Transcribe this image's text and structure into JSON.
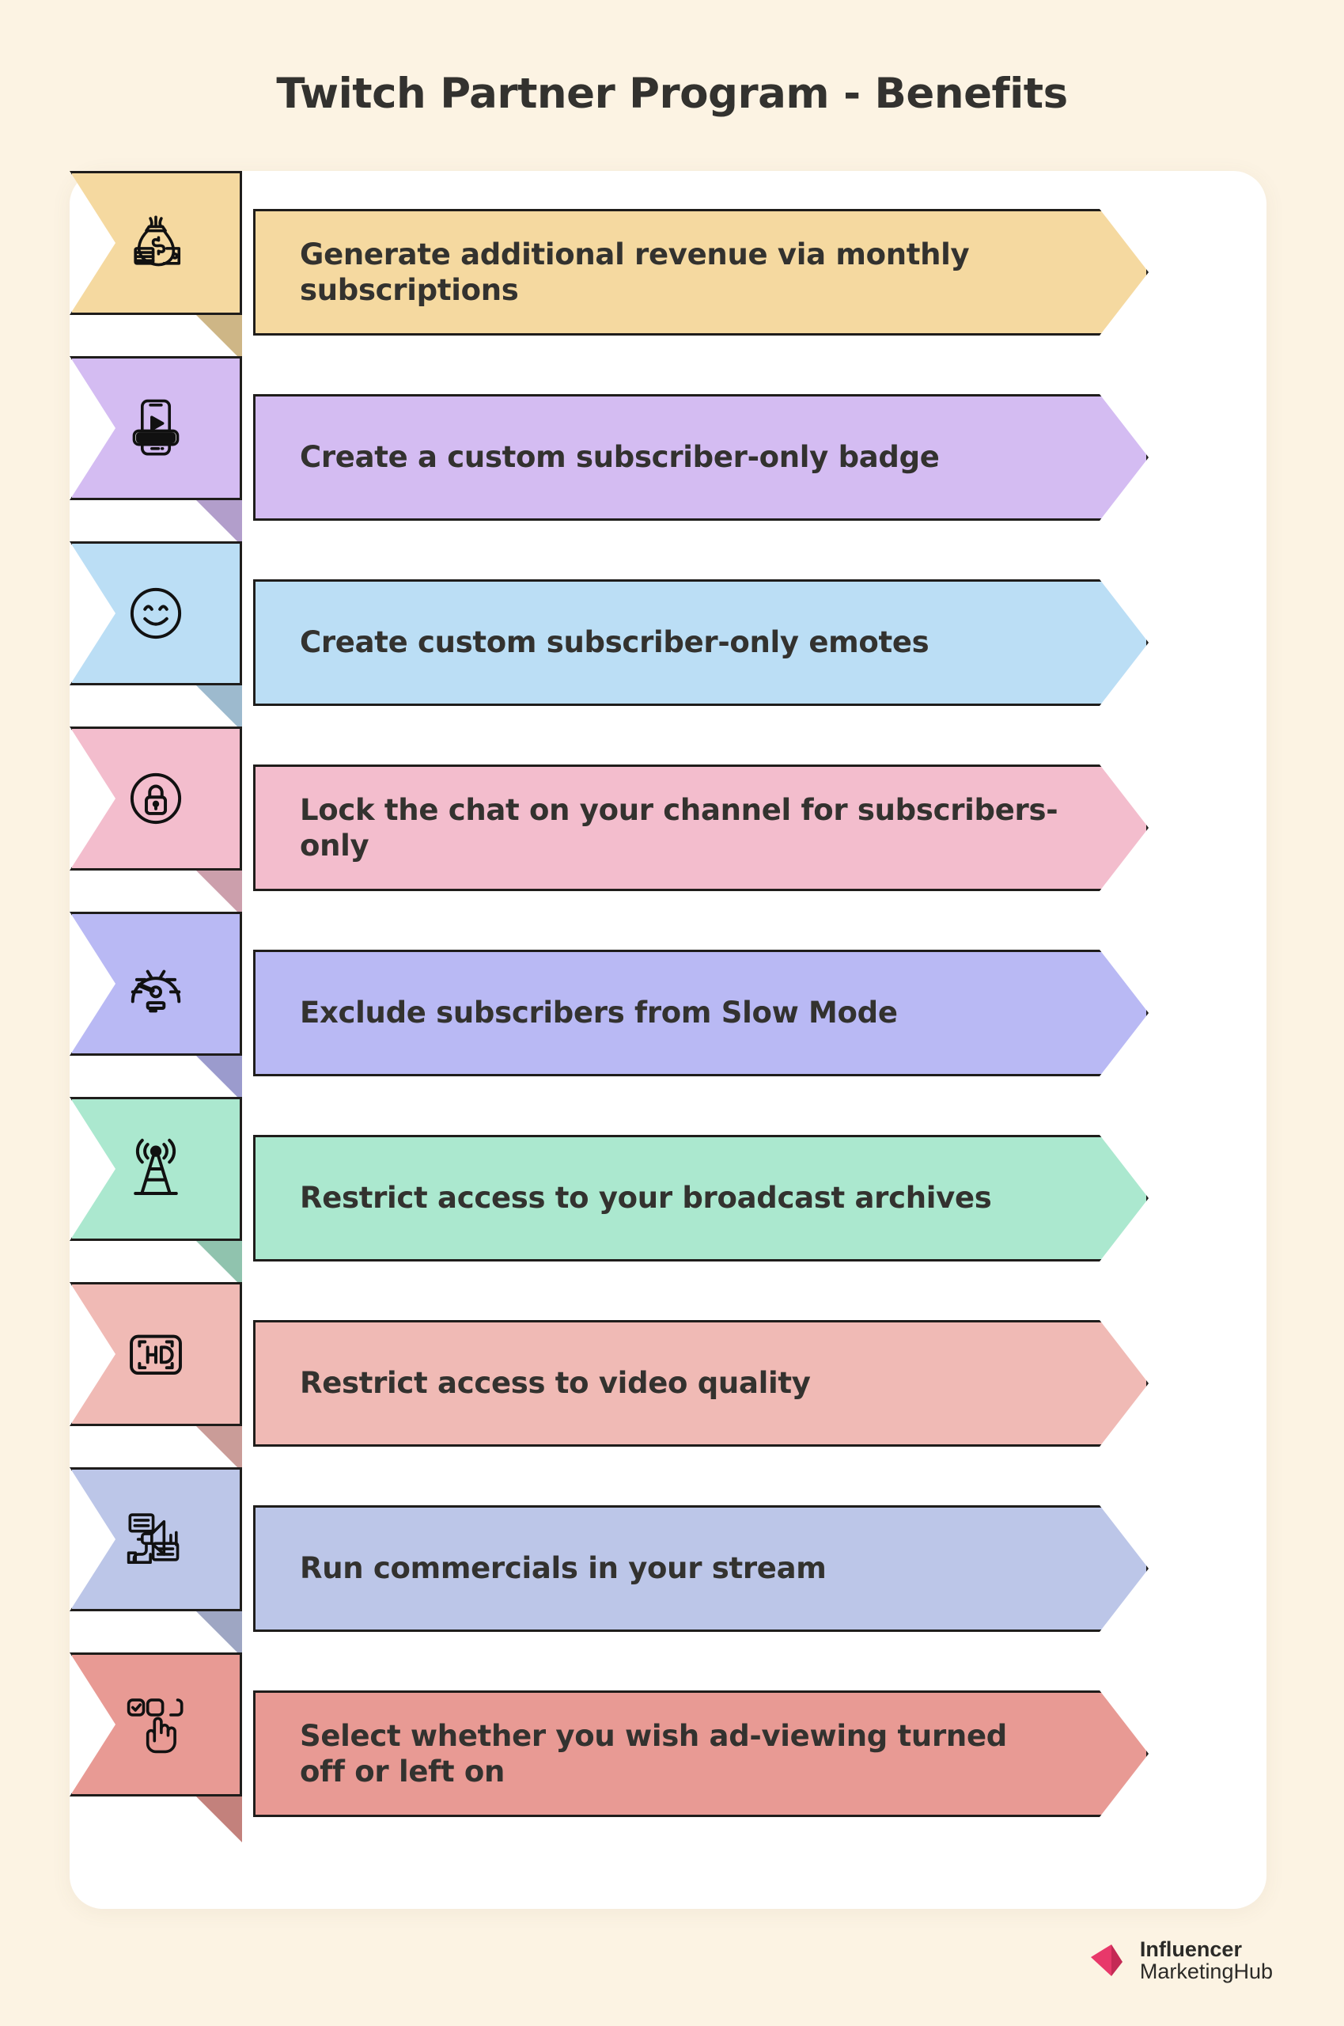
{
  "page": {
    "title": "Twitch Partner Program - Benefits",
    "background_color": "#fcf3e3",
    "card_color": "#ffffff",
    "text_color": "#33322f",
    "outline_color": "#1f1d1b"
  },
  "benefits": [
    {
      "index": "1",
      "label": "Generate additional revenue via monthly subscriptions",
      "icon": "money-bag-icon",
      "color": "#f5d9a0"
    },
    {
      "index": "2",
      "label": "Create a custom subscriber-only badge",
      "icon": "subscribe-phone-icon",
      "color": "#d4bcf2"
    },
    {
      "index": "3",
      "label": "Create custom subscriber-only emotes",
      "icon": "smiley-emote-icon",
      "color": "#bbdef5"
    },
    {
      "index": "4",
      "label": "Lock the chat on your channel for subscribers-only",
      "icon": "lock-icon",
      "color": "#f3bdcd"
    },
    {
      "index": "5",
      "label": "Exclude subscribers from Slow Mode",
      "icon": "speedometer-icon",
      "color": "#b9b9f4"
    },
    {
      "index": "6",
      "label": "Restrict access to your broadcast archives",
      "icon": "broadcast-tower-icon",
      "color": "#abe8cf"
    },
    {
      "index": "7",
      "label": "Restrict access to video quality",
      "icon": "hd-video-icon",
      "color": "#f0bab5"
    },
    {
      "index": "8",
      "label": "Run commercials in your stream",
      "icon": "megaphone-icon",
      "color": "#bcc6e8"
    },
    {
      "index": "9",
      "label": "Select whether you wish ad-viewing turned off or left on",
      "icon": "select-option-hand-icon",
      "color": "#e89a94"
    }
  ],
  "logo": {
    "line1": "Influencer",
    "line2": "MarketingHub",
    "mark": "left-arrow-mark",
    "mark_color": "#e8386a"
  }
}
